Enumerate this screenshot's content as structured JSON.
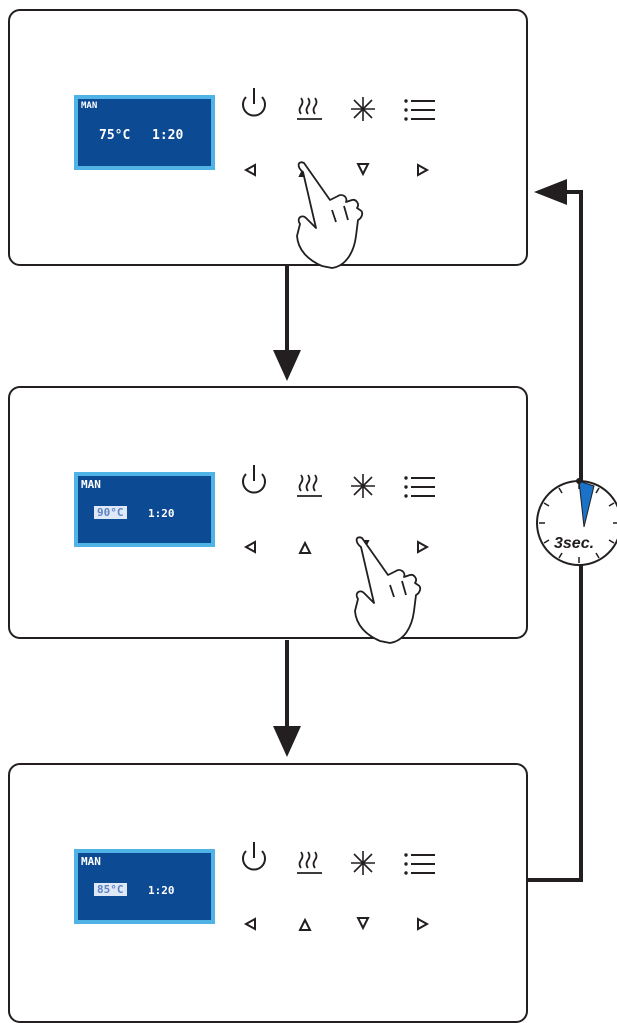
{
  "panels": [
    {
      "mode": "MAN",
      "temperature": "75°C",
      "time": "1:20",
      "temperature_highlighted": false,
      "pressed_button": "up"
    },
    {
      "mode": "MAN",
      "temperature": "90°C",
      "time": "1:20",
      "temperature_highlighted": true,
      "pressed_button": "down"
    },
    {
      "mode": "MAN",
      "temperature": "85°C",
      "time": "1:20",
      "temperature_highlighted": true,
      "pressed_button": "none"
    }
  ],
  "buttons": [
    "power-icon",
    "heat-icon",
    "light-icon",
    "menu-icon",
    "left-arrow-icon",
    "up-arrow-icon",
    "down-arrow-icon",
    "right-arrow-icon"
  ],
  "timer": {
    "label": "3sec."
  },
  "colors": {
    "lcd_background": "#0d4a94",
    "lcd_border": "#4fb3e6",
    "timer_hand": "#1a73c8",
    "outline": "#231f20"
  }
}
